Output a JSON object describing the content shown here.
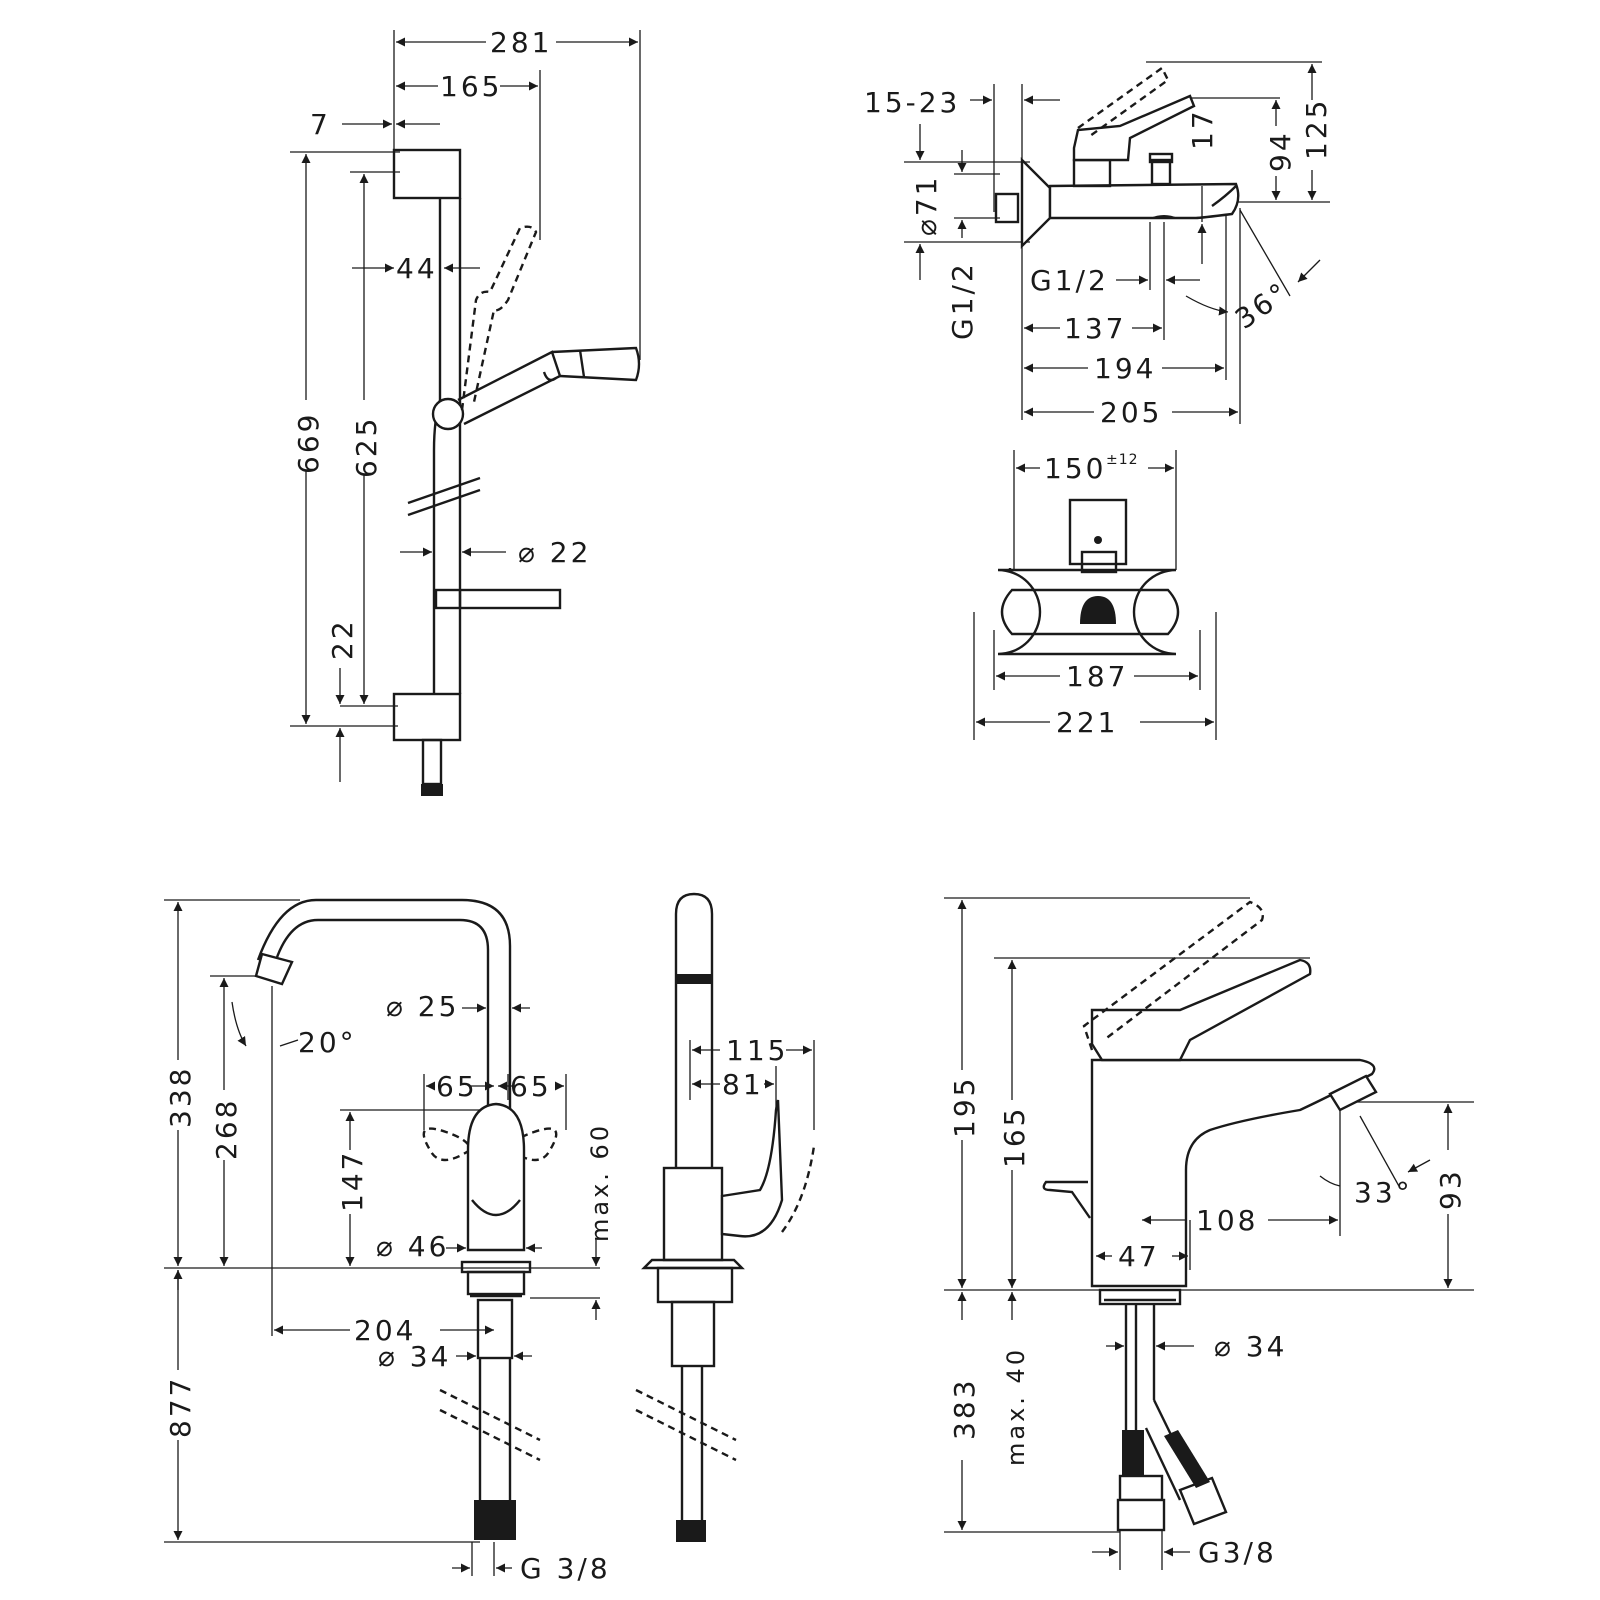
{
  "shower_set": {
    "d281": "281",
    "d165": "165",
    "d7": "7",
    "d669": "669",
    "d625": "625",
    "d44": "44",
    "d_dia22": "⌀ 22",
    "d22": "22"
  },
  "bath_mixer": {
    "d15_23": "15-23",
    "d_dia71": "⌀71",
    "g12_left": "G1/2",
    "d17": "17",
    "d94": "94",
    "d125": "125",
    "g12_mid": "G1/2",
    "d36": "36°",
    "d137": "137",
    "d194": "194",
    "d205": "205",
    "d150": "150",
    "d150_tol": "±12",
    "d187": "187",
    "d221": "221"
  },
  "kitchen_mixer": {
    "d338": "338",
    "d268": "268",
    "d20": "20°",
    "d_dia25": "⌀ 25",
    "d65a": "65",
    "d65b": "65",
    "d147": "147",
    "d_max60": "max. 60",
    "d_dia46": "⌀ 46",
    "d204": "204",
    "d_dia34": "⌀ 34",
    "d877": "877",
    "g38": "G 3/8",
    "d115": "115",
    "d81": "81"
  },
  "basin_mixer": {
    "d195": "195",
    "d165": "165",
    "d93": "93",
    "d33": "33°",
    "d108": "108",
    "d47": "47",
    "d_dia34": "⌀ 34",
    "d_max40": "max. 40",
    "d383": "383",
    "g38": "G3/8"
  }
}
